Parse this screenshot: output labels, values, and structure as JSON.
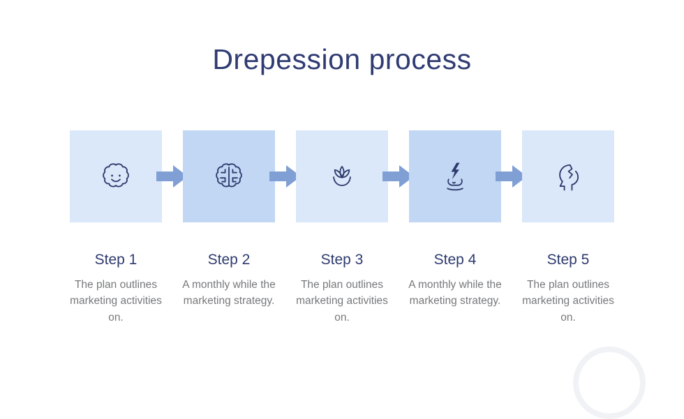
{
  "title": "Drepession process",
  "colors": {
    "navy": "#2e3a6e",
    "title_navy": "#2f3b72",
    "light_square": "#dbe8f9",
    "dark_square": "#c2d7f3",
    "arrow": "#7f9fd5",
    "body_text": "#77787b"
  },
  "steps": [
    {
      "label": "Step 1",
      "description": "The plan outlines marketing activities on.",
      "icon": "smiling-brain-icon",
      "tone": "light"
    },
    {
      "label": "Step 2",
      "description": "A monthly  while the marketing strategy.",
      "icon": "maze-brain-icon",
      "tone": "dark"
    },
    {
      "label": "Step 3",
      "description": "The plan outlines marketing activities on.",
      "icon": "lotus-brain-icon",
      "tone": "light"
    },
    {
      "label": "Step 4",
      "description": "A monthly  while the marketing strategy.",
      "icon": "lightning-brain-icon",
      "tone": "dark"
    },
    {
      "label": "Step 5",
      "description": "The plan outlines marketing activities on.",
      "icon": "broken-head-icon",
      "tone": "light"
    }
  ]
}
